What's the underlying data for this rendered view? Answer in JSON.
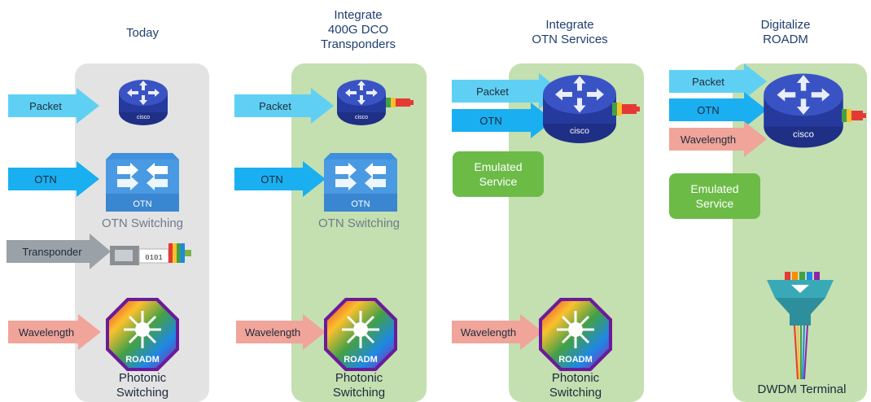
{
  "columns": [
    {
      "title": "Today"
    },
    {
      "title": "Integrate\n400G DCO\nTransponders"
    },
    {
      "title": "Integrate\nOTN Services"
    },
    {
      "title": "Digitalize\nROADM"
    }
  ],
  "arrows": {
    "packet": "Packet",
    "otn": "OTN",
    "transponder": "Transponder",
    "wavelength": "Wavelength"
  },
  "captions": {
    "otn_switching": "OTN Switching",
    "photonic_switching": "Photonic\nSwitching",
    "dwdm_terminal": "DWDM Terminal"
  },
  "icons": {
    "router_brand": "cisco",
    "otn_switch_label": "OTN",
    "roadm_label": "ROADM",
    "transponder_bits": "0101"
  },
  "emulated_service": "Emulated\nService",
  "colors": {
    "panel_gray": "#e3e3e3",
    "panel_green": "#c4dfb0",
    "arrow_packet": "#5fd0f4",
    "arrow_otn": "#1aaff0",
    "arrow_transponder": "#9aa1a7",
    "arrow_wavelength": "#f0a49a",
    "router_blue": "#2c42a8",
    "otn_switch_blue": "#3f8fdc",
    "emulated_green": "#6cbb47"
  }
}
